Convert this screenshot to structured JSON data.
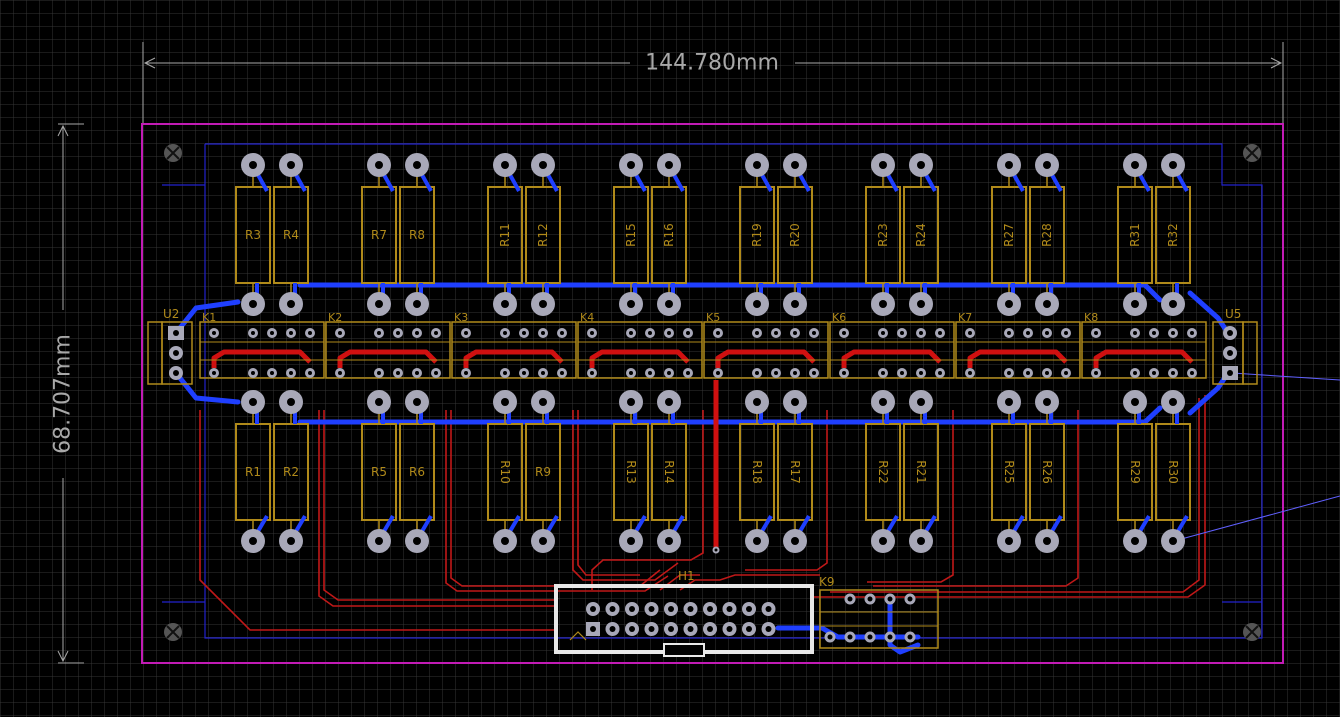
{
  "view": "pcb-layout-editor",
  "dimensions": {
    "width_label": "144.780mm",
    "height_label": "68.707mm"
  },
  "colors": {
    "background": "#000000",
    "grid": "#3a3a3a",
    "outline": "#c21bb5",
    "keepout": "#2222cc",
    "silkscreen": "#b08a1a",
    "top_copper": "#d01010",
    "bottom_copper": "#1f3fff",
    "pad": "#a8a8b8",
    "dimension": "#a8a8a8",
    "header_outline": "#e8e8e8"
  },
  "connectors": {
    "left_label": "U2",
    "right_label": "U5",
    "header_label": "H1",
    "socket_label": "K9"
  },
  "relays": [
    "K1",
    "K2",
    "K3",
    "K4",
    "K5",
    "K6",
    "K7",
    "K8"
  ],
  "resistors_top": [
    {
      "a": "R3",
      "b": "R4"
    },
    {
      "a": "R7",
      "b": "R8"
    },
    {
      "a": "R11",
      "b": "R12"
    },
    {
      "a": "R15",
      "b": "R16"
    },
    {
      "a": "R19",
      "b": "R20"
    },
    {
      "a": "R23",
      "b": "R24"
    },
    {
      "a": "R27",
      "b": "R28"
    },
    {
      "a": "R31",
      "b": "R32"
    }
  ],
  "resistors_bottom": [
    {
      "a": "R1",
      "b": "R2"
    },
    {
      "a": "R5",
      "b": "R6"
    },
    {
      "a": "R10",
      "b": "R9"
    },
    {
      "a": "R13",
      "b": "R14"
    },
    {
      "a": "R18",
      "b": "R17"
    },
    {
      "a": "R22",
      "b": "R21"
    },
    {
      "a": "R25",
      "b": "R26"
    },
    {
      "a": "R29",
      "b": "R30"
    }
  ]
}
